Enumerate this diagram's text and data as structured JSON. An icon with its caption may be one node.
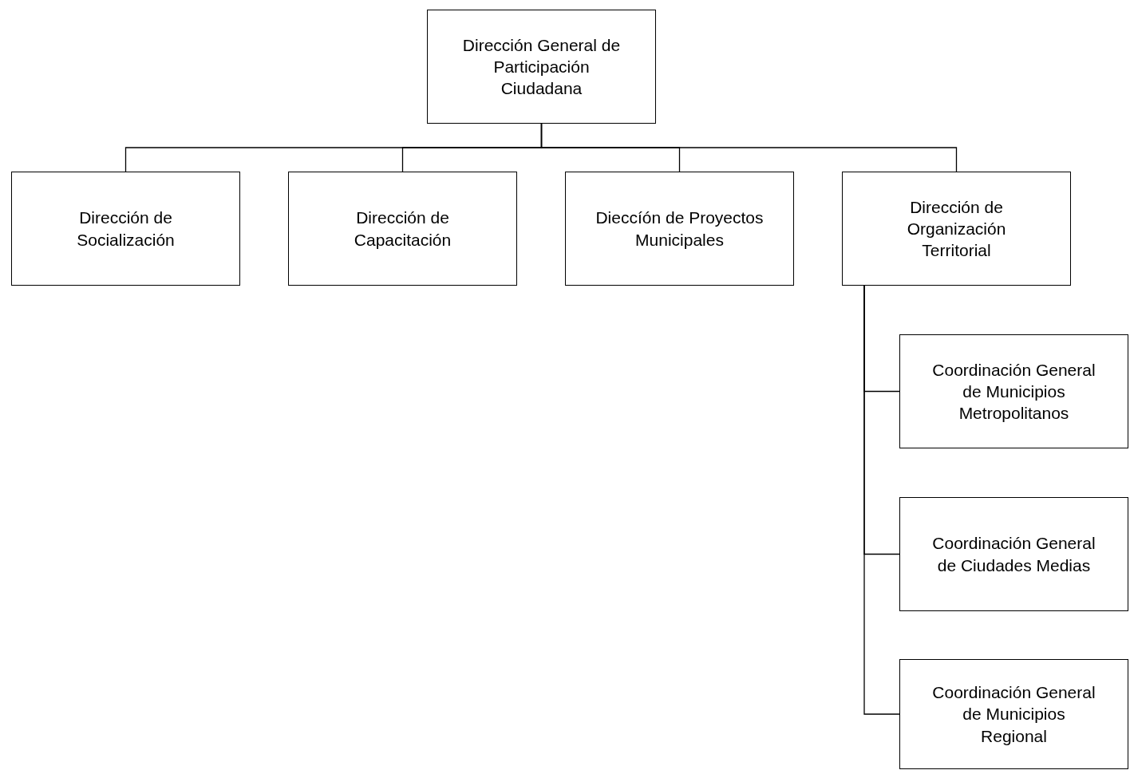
{
  "diagram": {
    "nodes": [
      {
        "text": [
          "Dirección General de Participación Ciudadana"
        ]
      },
      {
        "text": [
          "Dirección de Socialización"
        ]
      },
      {
        "text": [
          "Dirección de Capacitación"
        ]
      },
      {
        "text": [
          "Dieccíón de Proyectos Municipales"
        ]
      },
      {
        "text": [
          "Dirección de Organización Territorial"
        ]
      },
      {
        "text": [
          "Coordinación General de Municipios Metropolitanos"
        ]
      },
      {
        "text": [
          "Coordinación General de Ciudades Medias"
        ]
      },
      {
        "text": [
          "Coordinación General de Municipios Regional"
        ]
      }
    ],
    "edges": [
      {
        "from": 0,
        "to": 1,
        "arrow": "none"
      },
      {
        "from": 0,
        "to": 2,
        "arrow": "none"
      },
      {
        "from": 0,
        "to": 3,
        "arrow": "none"
      },
      {
        "from": 0,
        "to": 4,
        "arrow": "none"
      },
      {
        "from": 4,
        "to": 5,
        "arrow": "none"
      },
      {
        "from": 4,
        "to": 6,
        "arrow": "none"
      },
      {
        "from": 4,
        "to": 7,
        "arrow": "none"
      }
    ]
  }
}
